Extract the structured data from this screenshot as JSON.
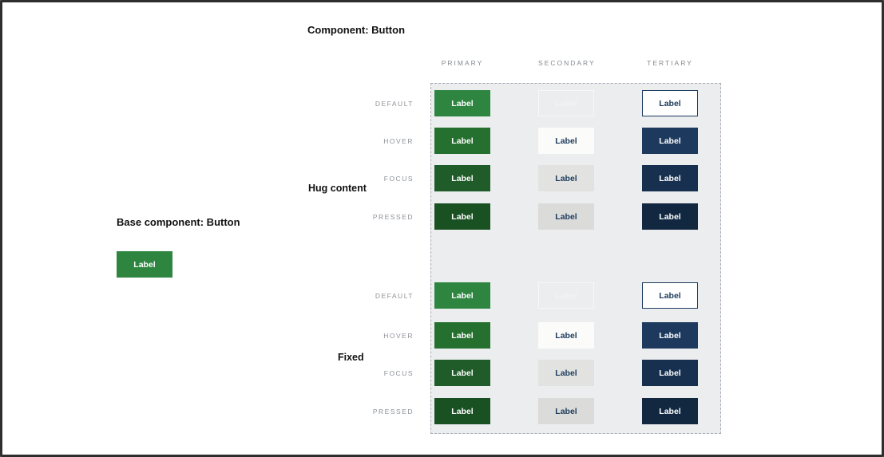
{
  "titles": {
    "component": "Component: Button",
    "base": "Base component: Button"
  },
  "button_label": "Label",
  "columns": [
    {
      "key": "primary",
      "label": "PRIMARY"
    },
    {
      "key": "secondary",
      "label": "SECONDARY"
    },
    {
      "key": "tertiary",
      "label": "TERTIARY"
    }
  ],
  "sections": [
    {
      "label": "Hug content",
      "states": [
        {
          "key": "default",
          "label": "DEFAULT"
        },
        {
          "key": "hover",
          "label": "HOVER"
        },
        {
          "key": "focus",
          "label": "FOCUS"
        },
        {
          "key": "pressed",
          "label": "PRESSED"
        }
      ]
    },
    {
      "label": "Fixed",
      "states": [
        {
          "key": "default",
          "label": "DEFAULT"
        },
        {
          "key": "hover",
          "label": "HOVER"
        },
        {
          "key": "focus",
          "label": "FOCUS"
        },
        {
          "key": "pressed",
          "label": "PRESSED"
        }
      ]
    }
  ],
  "colors": {
    "panel_bg": "#ebedef",
    "green_default": "#2e8540",
    "green_hover": "#26702f",
    "green_focus": "#1f5c29",
    "green_pressed": "#1a5123",
    "navy_text": "#1b3a5c",
    "navy_hover": "#1d3a5e",
    "navy_focus": "#17304f",
    "navy_pressed": "#112840"
  }
}
